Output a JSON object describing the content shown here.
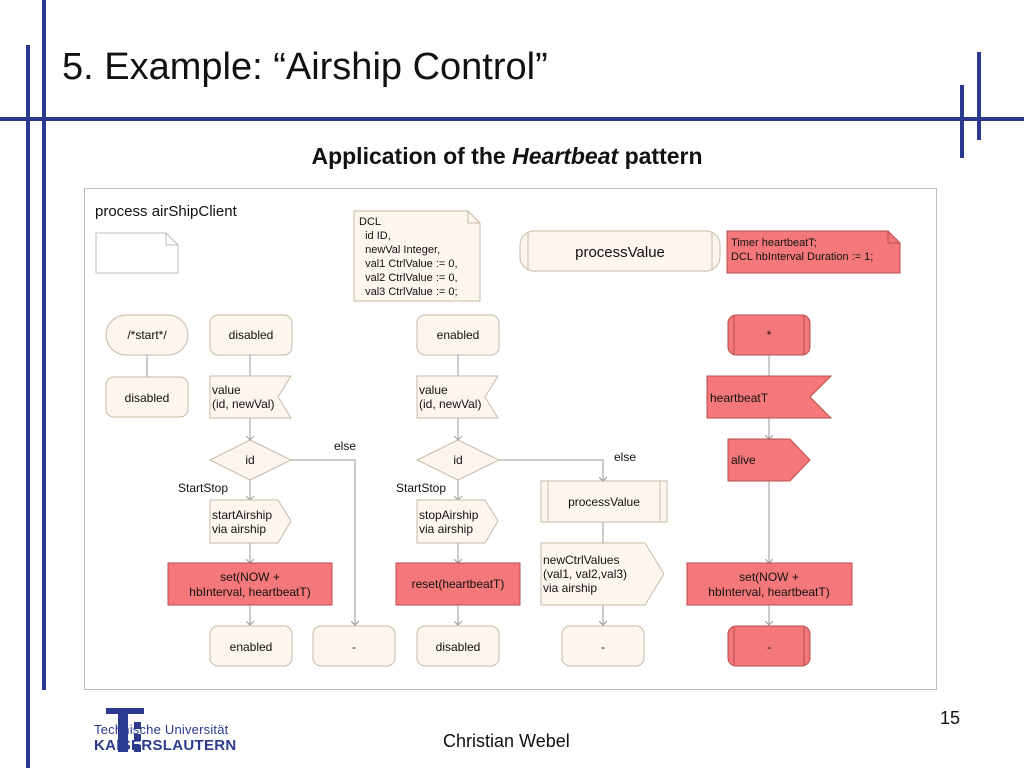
{
  "slide": {
    "title": "5. Example: “Airship Control”",
    "subtitle_pre": "Application of the ",
    "subtitle_em": "Heartbeat",
    "subtitle_post": " pattern",
    "author": "Christian Webel",
    "page_number": "15",
    "logo_line1": "Technische Universität",
    "logo_line2": "KAISERSLAUTERN"
  },
  "diagram": {
    "process_label": "process airShipClient",
    "dcl_lines": [
      "DCL",
      "  id ID,",
      "  newVal Integer,",
      "  val1 CtrlValue := 0,",
      "  val2 CtrlValue := 0,",
      "  val3 CtrlValue := 0;"
    ],
    "procedure_ref": "processValue",
    "timer_lines": [
      "Timer heartbeatT;",
      "DCL hbInterval Duration := 1;"
    ],
    "col1": {
      "start": "/*start*/",
      "state": "disabled"
    },
    "col2": {
      "state": "disabled",
      "input_lines": [
        "value",
        "(id, newVal)"
      ],
      "decision": "id",
      "branch_label": "StartStop",
      "else_label": "else",
      "output_lines": [
        "startAirship",
        "via airship"
      ],
      "task_lines": [
        "set(NOW +",
        "hbInterval, heartbeatT)"
      ],
      "next_state": "enabled",
      "else_next": "-"
    },
    "col3": {
      "state": "enabled",
      "input_lines": [
        "value",
        "(id, newVal)"
      ],
      "decision": "id",
      "branch_label": "StartStop",
      "else_label": "else",
      "output_lines": [
        "stopAirship",
        "via airship"
      ],
      "task_lines": [
        "reset(heartbeatT)"
      ],
      "next_state": "disabled",
      "call": "processValue",
      "call_output_lines": [
        "newCtrlValues",
        "(val1, val2,val3)",
        "via airship"
      ],
      "else_next": "-"
    },
    "col4": {
      "state": "*",
      "input": "heartbeatT",
      "output": "alive",
      "task_lines": [
        "set(NOW +",
        "hbInterval, heartbeatT)"
      ],
      "next_state": "-"
    }
  },
  "colors": {
    "accent_blue": "#2b3a8c",
    "sdl_fill": "#fdf6ee",
    "sdl_stroke": "#c9b9a6",
    "heartbeat_fill": "#f4787a",
    "heartbeat_stroke": "#b94d4f"
  }
}
